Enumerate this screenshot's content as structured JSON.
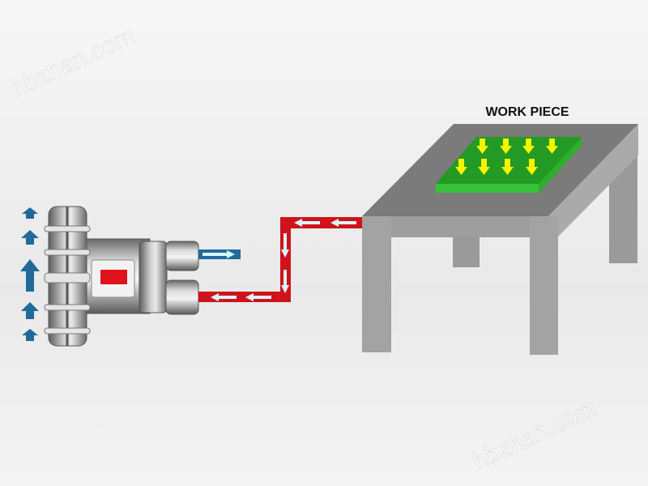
{
  "diagram": {
    "label_workpiece": "WORK PIECE",
    "watermark_top": "hbzhan.com",
    "watermark_bottom": "hbzhan.com"
  },
  "colors": {
    "vacuum_pipe": "#d0121b",
    "exhaust_pipe": "#1f6a9a",
    "arrow_light": "#d8f6ff",
    "table": "#8a8a8a",
    "workpiece": "#22a022",
    "suction_arrow": "#f4f400"
  }
}
